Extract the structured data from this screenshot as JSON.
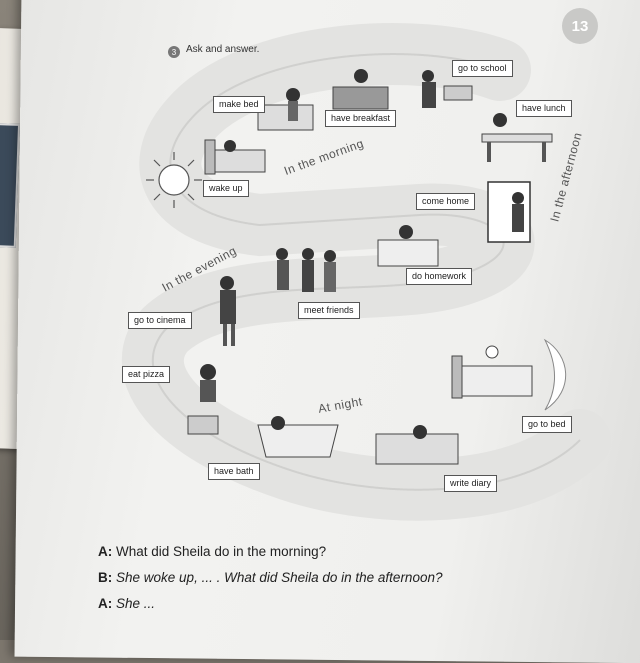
{
  "page_number": "13",
  "task": {
    "number": "3",
    "instruction": "Ask and answer."
  },
  "sections": {
    "morning": "In the morning",
    "afternoon": "In the afternoon",
    "evening": "In the evening",
    "night": "At night"
  },
  "activities": {
    "wake_up": "wake up",
    "make_bed": "make bed",
    "have_breakfast": "have breakfast",
    "go_to_school": "go to school",
    "have_lunch": "have lunch",
    "come_home": "come home",
    "do_homework": "do homework",
    "meet_friends": "meet friends",
    "go_to_cinema": "go to cinema",
    "eat_pizza": "eat pizza",
    "have_bath": "have bath",
    "write_diary": "write diary",
    "go_to_bed": "go to bed"
  },
  "dialogue": [
    {
      "speaker": "A:",
      "text": "What did Sheila do in the morning?"
    },
    {
      "speaker": "B:",
      "text": "She woke up, ... . What did Sheila do in the afternoon?"
    },
    {
      "speaker": "A:",
      "text": "She ..."
    }
  ]
}
